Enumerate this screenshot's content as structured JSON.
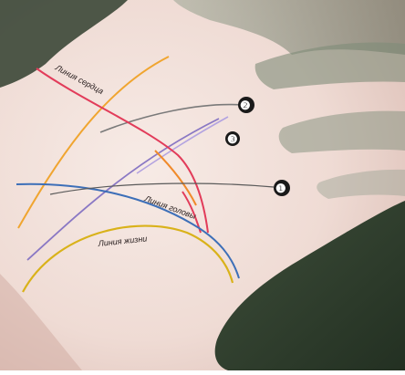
{
  "photo": {
    "subject": "palm-lines-illustration",
    "colors": {
      "skin_light": "#f3e3dd",
      "skin_mid": "#e6c9c0",
      "skin_shadow": "#c9a49a",
      "dark_green": "#2e3b2c",
      "gray_green": "#6f7d6a"
    }
  },
  "lines": [
    {
      "key": "heart",
      "label": "Линия сердца",
      "color": "#e23c5a"
    },
    {
      "key": "head",
      "label": "Линия головы",
      "color": "#3d6fb8"
    },
    {
      "key": "life",
      "label": "Линия жизни",
      "color": "#d9b21a"
    }
  ],
  "markers": [
    {
      "id": "marker-1",
      "label": "❶"
    },
    {
      "id": "marker-2",
      "label": "❷"
    },
    {
      "id": "marker-3",
      "label": "❸"
    }
  ],
  "extra_line_colors": {
    "orange": "#f0a530",
    "purple": "#8a78c4",
    "gray": "#7a7a7a"
  }
}
